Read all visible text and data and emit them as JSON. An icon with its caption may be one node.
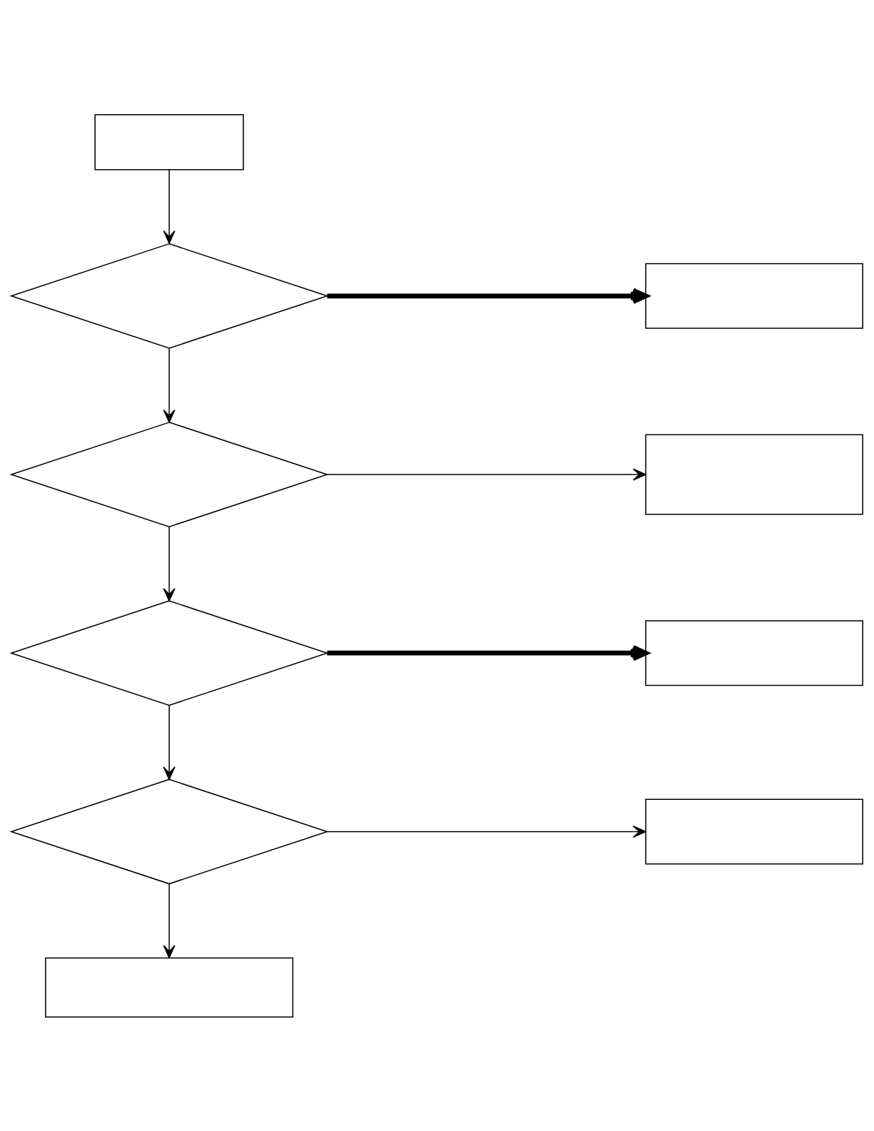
{
  "diagram": {
    "nodes": [
      {
        "text": [],
        "shape": "box"
      },
      {
        "text": [],
        "shape": "diamond"
      },
      {
        "text": [],
        "shape": "box"
      },
      {
        "text": [],
        "shape": "diamond"
      },
      {
        "text": [],
        "shape": "box"
      },
      {
        "text": [],
        "shape": "diamond"
      },
      {
        "text": [],
        "shape": "box"
      },
      {
        "text": [],
        "shape": "diamond"
      },
      {
        "text": [],
        "shape": "box"
      },
      {
        "text": [],
        "shape": "box"
      }
    ],
    "edges": [
      {
        "from": 0,
        "to": 1,
        "arrow": "to"
      },
      {
        "from": 1,
        "to": 2,
        "arrow": "to",
        "style": "thick"
      },
      {
        "from": 1,
        "to": 3,
        "arrow": "to"
      },
      {
        "from": 3,
        "to": 4,
        "arrow": "to"
      },
      {
        "from": 3,
        "to": 5,
        "arrow": "to"
      },
      {
        "from": 5,
        "to": 6,
        "arrow": "to",
        "style": "thick"
      },
      {
        "from": 5,
        "to": 7,
        "arrow": "to"
      },
      {
        "from": 7,
        "to": 8,
        "arrow": "to"
      },
      {
        "from": 7,
        "to": 9,
        "arrow": "to"
      }
    ]
  }
}
